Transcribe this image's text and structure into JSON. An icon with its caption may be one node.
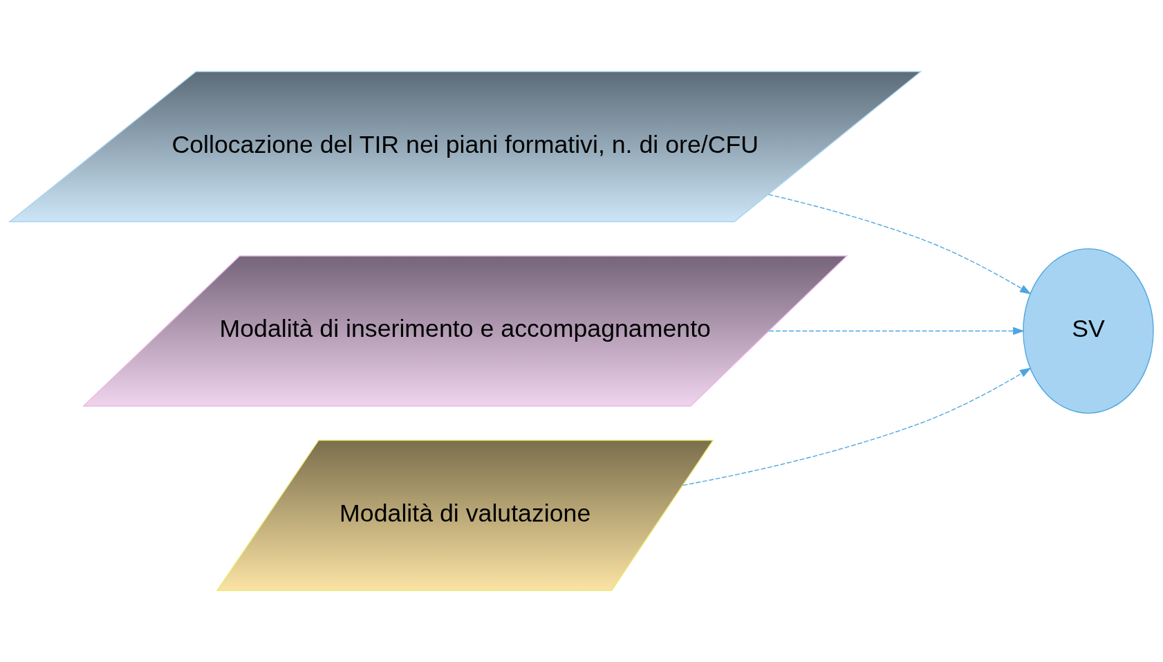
{
  "diagram": {
    "nodes": [
      {
        "text": [
          "Collocazione del TIR nei piani formativi, n. di ore/CFU"
        ]
      },
      {
        "text": [
          "Modalità di inserimento e accompagnamento"
        ]
      },
      {
        "text": [
          "Modalità di valutazione"
        ]
      },
      {
        "text": [
          "SV"
        ]
      }
    ],
    "edges": [
      {
        "from": 0,
        "to": 3,
        "arrow": "to",
        "style": "dashed"
      },
      {
        "from": 1,
        "to": 3,
        "arrow": "to",
        "style": "dashed"
      },
      {
        "from": 2,
        "to": 3,
        "arrow": "to",
        "style": "dashed"
      }
    ]
  }
}
